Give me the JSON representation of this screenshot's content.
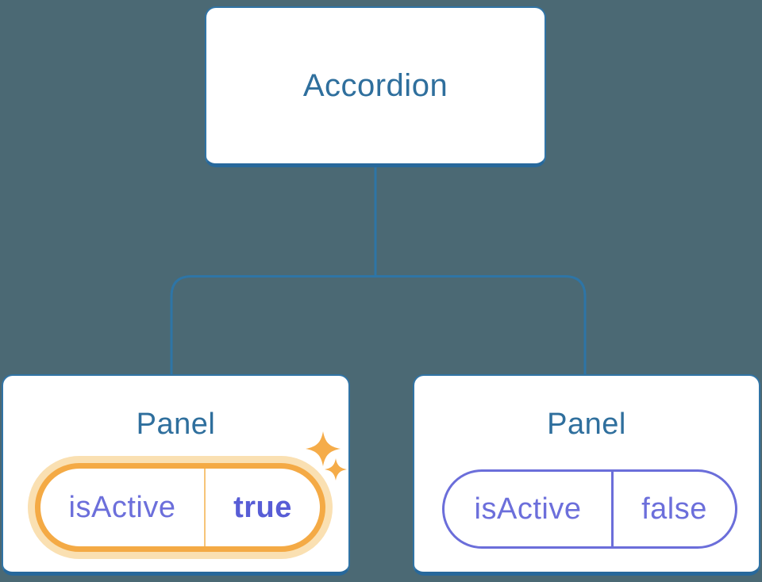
{
  "colors": {
    "background": "#4B6974",
    "node_fill": "#FFFFFF",
    "node_border": "#3174A5",
    "node_border_bottom": "#27689B",
    "node_text": "#2F6F9D",
    "connector_line": "#2E75A6",
    "highlight_border": "#F4AA45",
    "highlight_glow": "#FAE0B2",
    "highlight_divider": "#F6C478",
    "sparkle": "#F5AC49",
    "state_text": "#6C6FDB",
    "state_value_active": "#585DD6"
  },
  "diagram": {
    "root": {
      "label": "Accordion"
    },
    "panels": [
      {
        "title": "Panel",
        "highlighted": true,
        "state": {
          "key": "isActive",
          "value": "true"
        }
      },
      {
        "title": "Panel",
        "highlighted": false,
        "state": {
          "key": "isActive",
          "value": "false"
        }
      }
    ]
  }
}
